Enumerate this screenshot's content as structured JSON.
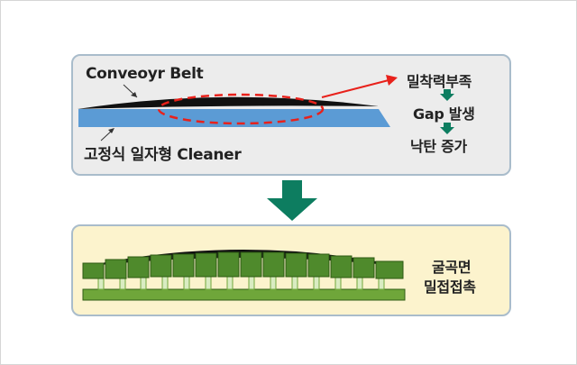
{
  "top_panel": {
    "belt_label": "Conveoyr Belt",
    "cleaner_label": "고정식 일자형 Cleaner",
    "effects": [
      "밀착력부족",
      "Gap 발생",
      "낙탄 증가"
    ]
  },
  "bottom_panel": {
    "result_lines": [
      "굴곡면",
      "밀접접촉"
    ]
  },
  "colors": {
    "panel_border": "#a9bccb",
    "top_panel_bg": "#ececec",
    "bottom_panel_bg": "#fcf3cd",
    "cleaner_blue": "#5b9bd5",
    "highlight_red": "#e8211b",
    "arrow_green": "#0d7d60",
    "segment_green": "#4f8a2c",
    "base_green": "#6fa63a",
    "belt_black": "#111111"
  }
}
